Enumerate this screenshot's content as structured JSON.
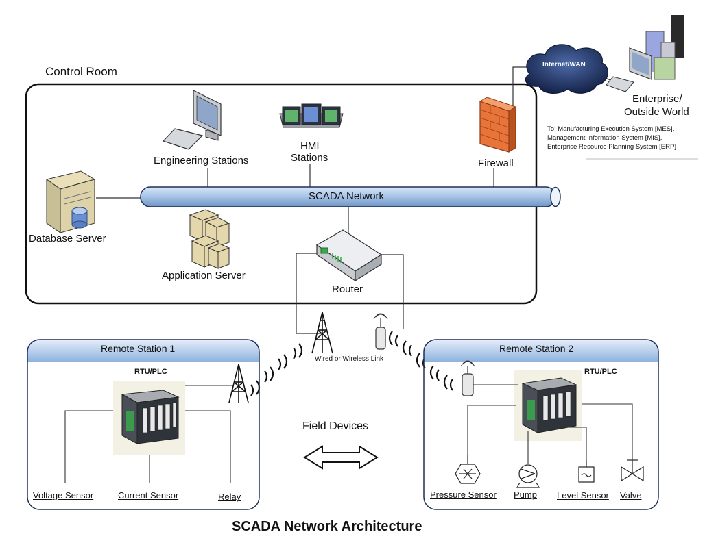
{
  "control_room": {
    "title": "Control Room",
    "engineering_stations": "Engineering Stations",
    "hmi_line1": "HMI",
    "hmi_line2": "Stations",
    "firewall": "Firewall",
    "database_server": "Database Server",
    "application_server": "Application Server",
    "scada_network": "SCADA Network",
    "router": "Router"
  },
  "enterprise": {
    "cloud_label": "Internet/WAN",
    "line1": "Enterprise/",
    "line2": "Outside World",
    "note1": "To: Manufacturing Execution System [MES],",
    "note2": "Management Information System [MIS],",
    "note3": "Enterprise Resource Planning System [ERP]"
  },
  "link_label": "Wired or Wireless Link",
  "remote1": {
    "title": "Remote Station 1",
    "rtu": "RTU/PLC",
    "devices": [
      "Voltage Sensor",
      "Current Sensor",
      "Relay"
    ]
  },
  "remote2": {
    "title": "Remote Station 2",
    "rtu": "RTU/PLC",
    "devices": [
      "Pressure Sensor",
      "Pump",
      "Level Sensor",
      "Valve"
    ]
  },
  "field_devices": "Field Devices",
  "diagram_title": "SCADA Network Architecture",
  "colors": {
    "pipe": "#a9c6e8",
    "header_blue": "#8fb3e0",
    "firewall": "#e8743a",
    "cloud": "#1e2f5a"
  }
}
